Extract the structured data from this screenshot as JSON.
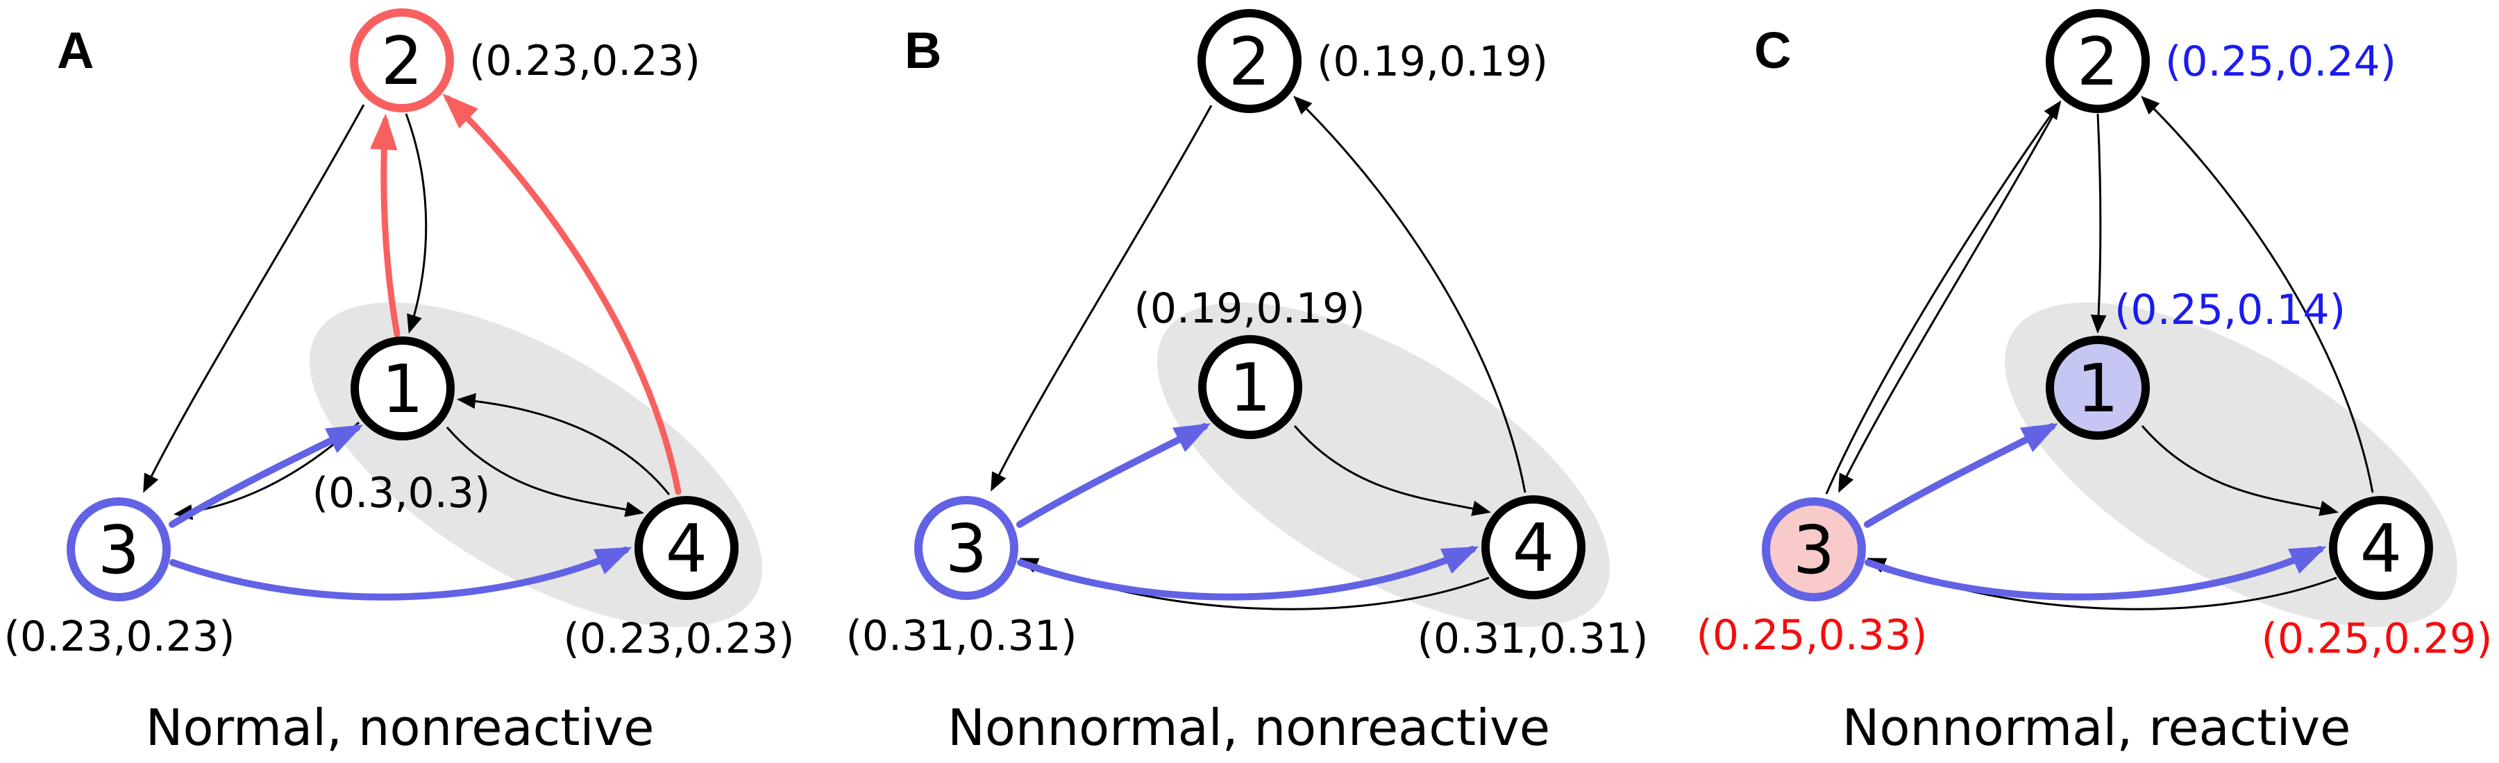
{
  "figure_type": "network-diagram-three-panels",
  "colors": {
    "highlight_red": "#f8605f",
    "highlight_blue": "#6262e5",
    "node1_reactive_fill": "#c6c6f2",
    "node3_reactive_fill": "#f9caca",
    "community_ellipse_gray": "#e5e5e5",
    "value_text_blue": "#1b1bf0",
    "value_text_red": "#f50d0d",
    "text_black": "#000000"
  },
  "panels": [
    {
      "letter": "A",
      "caption": "Normal, nonreactive",
      "nodes": {
        "n1": {
          "label": "1",
          "value": "(0.3,0.3)",
          "value_color": "black",
          "ring": "black",
          "fill": "white"
        },
        "n2": {
          "label": "2",
          "value": "(0.23,0.23)",
          "value_color": "black",
          "ring": "red",
          "fill": "white"
        },
        "n3": {
          "label": "3",
          "value": "(0.23,0.23)",
          "value_color": "black",
          "ring": "blue",
          "fill": "white"
        },
        "n4": {
          "label": "4",
          "value": "(0.23,0.23)",
          "value_color": "black",
          "ring": "black",
          "fill": "white"
        }
      },
      "edges": [
        {
          "from": "2",
          "to": "1",
          "style": "thin-black"
        },
        {
          "from": "2",
          "to": "3",
          "style": "thin-black"
        },
        {
          "from": "1",
          "to": "3",
          "style": "thin-black"
        },
        {
          "from": "1",
          "to": "4",
          "style": "thin-black"
        },
        {
          "from": "4",
          "to": "1",
          "style": "thin-black"
        },
        {
          "from": "1",
          "to": "2",
          "style": "thick-red"
        },
        {
          "from": "4",
          "to": "2",
          "style": "thick-red"
        },
        {
          "from": "3",
          "to": "1",
          "style": "thick-blue"
        },
        {
          "from": "3",
          "to": "4",
          "style": "thick-blue"
        }
      ]
    },
    {
      "letter": "B",
      "caption": "Nonnormal, nonreactive",
      "nodes": {
        "n1": {
          "label": "1",
          "value": "(0.19,0.19)",
          "value_color": "black",
          "ring": "black",
          "fill": "white"
        },
        "n2": {
          "label": "2",
          "value": "(0.19,0.19)",
          "value_color": "black",
          "ring": "black",
          "fill": "white"
        },
        "n3": {
          "label": "3",
          "value": "(0.31,0.31)",
          "value_color": "black",
          "ring": "blue",
          "fill": "white"
        },
        "n4": {
          "label": "4",
          "value": "(0.31,0.31)",
          "value_color": "black",
          "ring": "black",
          "fill": "white"
        }
      },
      "edges": [
        {
          "from": "2",
          "to": "3",
          "style": "thin-black"
        },
        {
          "from": "4",
          "to": "2",
          "style": "thin-black"
        },
        {
          "from": "1",
          "to": "4",
          "style": "thin-black"
        },
        {
          "from": "4",
          "to": "3",
          "style": "thin-black"
        },
        {
          "from": "3",
          "to": "1",
          "style": "thick-blue"
        },
        {
          "from": "3",
          "to": "4",
          "style": "thick-blue"
        }
      ]
    },
    {
      "letter": "C",
      "caption": "Nonnormal, reactive",
      "nodes": {
        "n1": {
          "label": "1",
          "value": "(0.25,0.14)",
          "value_color": "blue",
          "ring": "black",
          "fill": "lavender"
        },
        "n2": {
          "label": "2",
          "value": "(0.25,0.24)",
          "value_color": "blue",
          "ring": "black",
          "fill": "white"
        },
        "n3": {
          "label": "3",
          "value": "(0.25,0.33)",
          "value_color": "red",
          "ring": "blue",
          "fill": "pink"
        },
        "n4": {
          "label": "4",
          "value": "(0.25,0.29)",
          "value_color": "red",
          "ring": "black",
          "fill": "white"
        }
      },
      "edges": [
        {
          "from": "2",
          "to": "1",
          "style": "thin-black"
        },
        {
          "from": "2",
          "to": "3",
          "style": "thin-black"
        },
        {
          "from": "3",
          "to": "2",
          "style": "thin-black"
        },
        {
          "from": "4",
          "to": "2",
          "style": "thin-black"
        },
        {
          "from": "1",
          "to": "4",
          "style": "thin-black"
        },
        {
          "from": "4",
          "to": "3",
          "style": "thin-black"
        },
        {
          "from": "3",
          "to": "1",
          "style": "thick-blue"
        },
        {
          "from": "3",
          "to": "4",
          "style": "thick-blue"
        }
      ]
    }
  ]
}
